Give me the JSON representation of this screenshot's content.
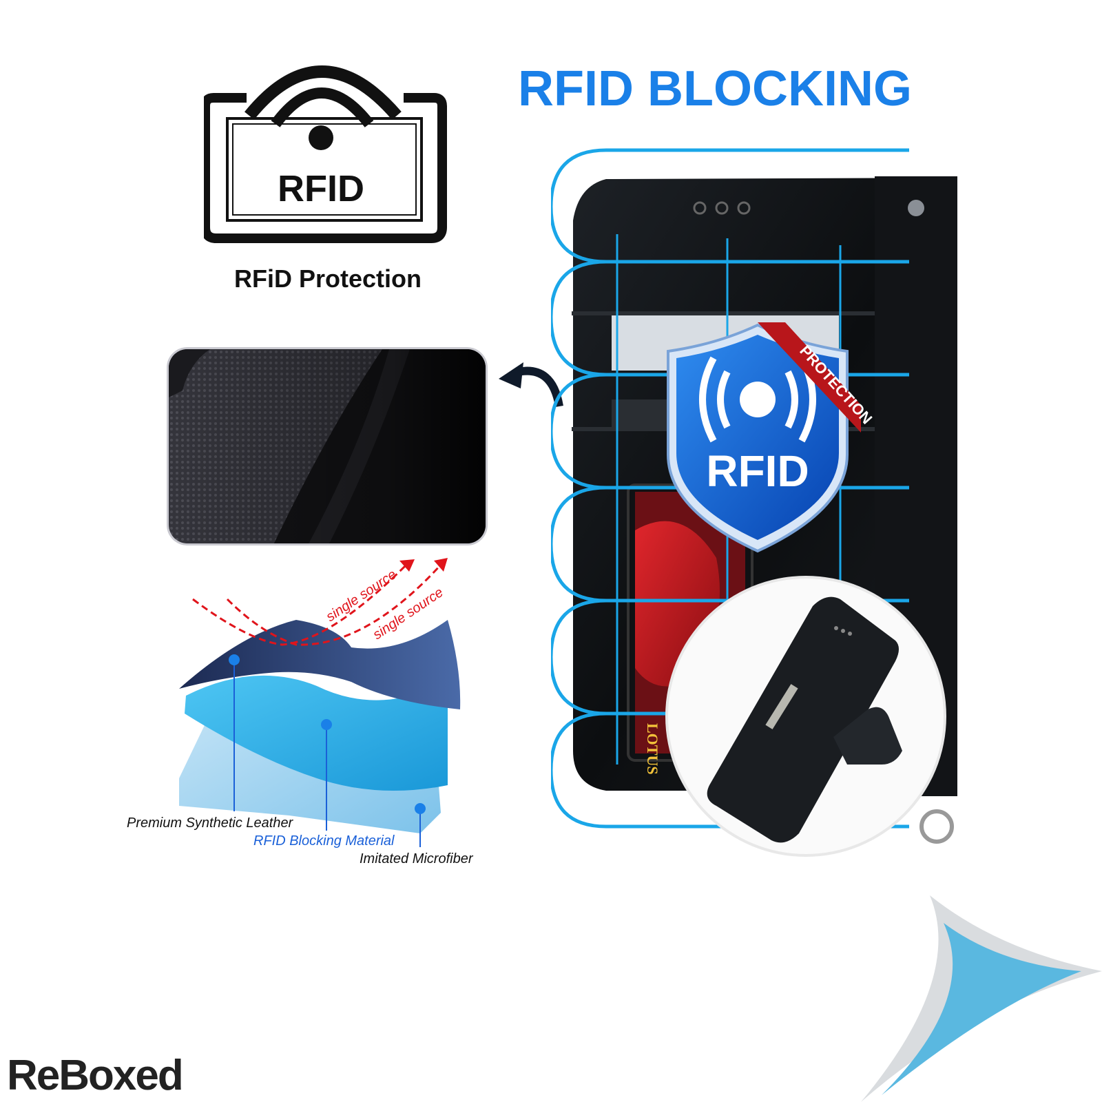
{
  "headline": "RFID BLOCKING",
  "rfid_badge_text": "RFID",
  "rfid_caption": "RFiD Protection",
  "shield": {
    "text": "RFID",
    "ribbon": "PROTECTION"
  },
  "card_brand": "LOTUS",
  "signal_labels": [
    "single source",
    "single source"
  ],
  "layer_labels": {
    "leather": "Premium Synthetic Leather",
    "blocking": "RFID Blocking Material",
    "microfiber": "Imitated Microfiber"
  },
  "brand": "ReBoxed",
  "colors": {
    "accent_blue": "#1a80e8",
    "signal_red": "#e0141b",
    "wave_blue": "#1aa6e8",
    "shield_blue": "#0b64d8"
  }
}
